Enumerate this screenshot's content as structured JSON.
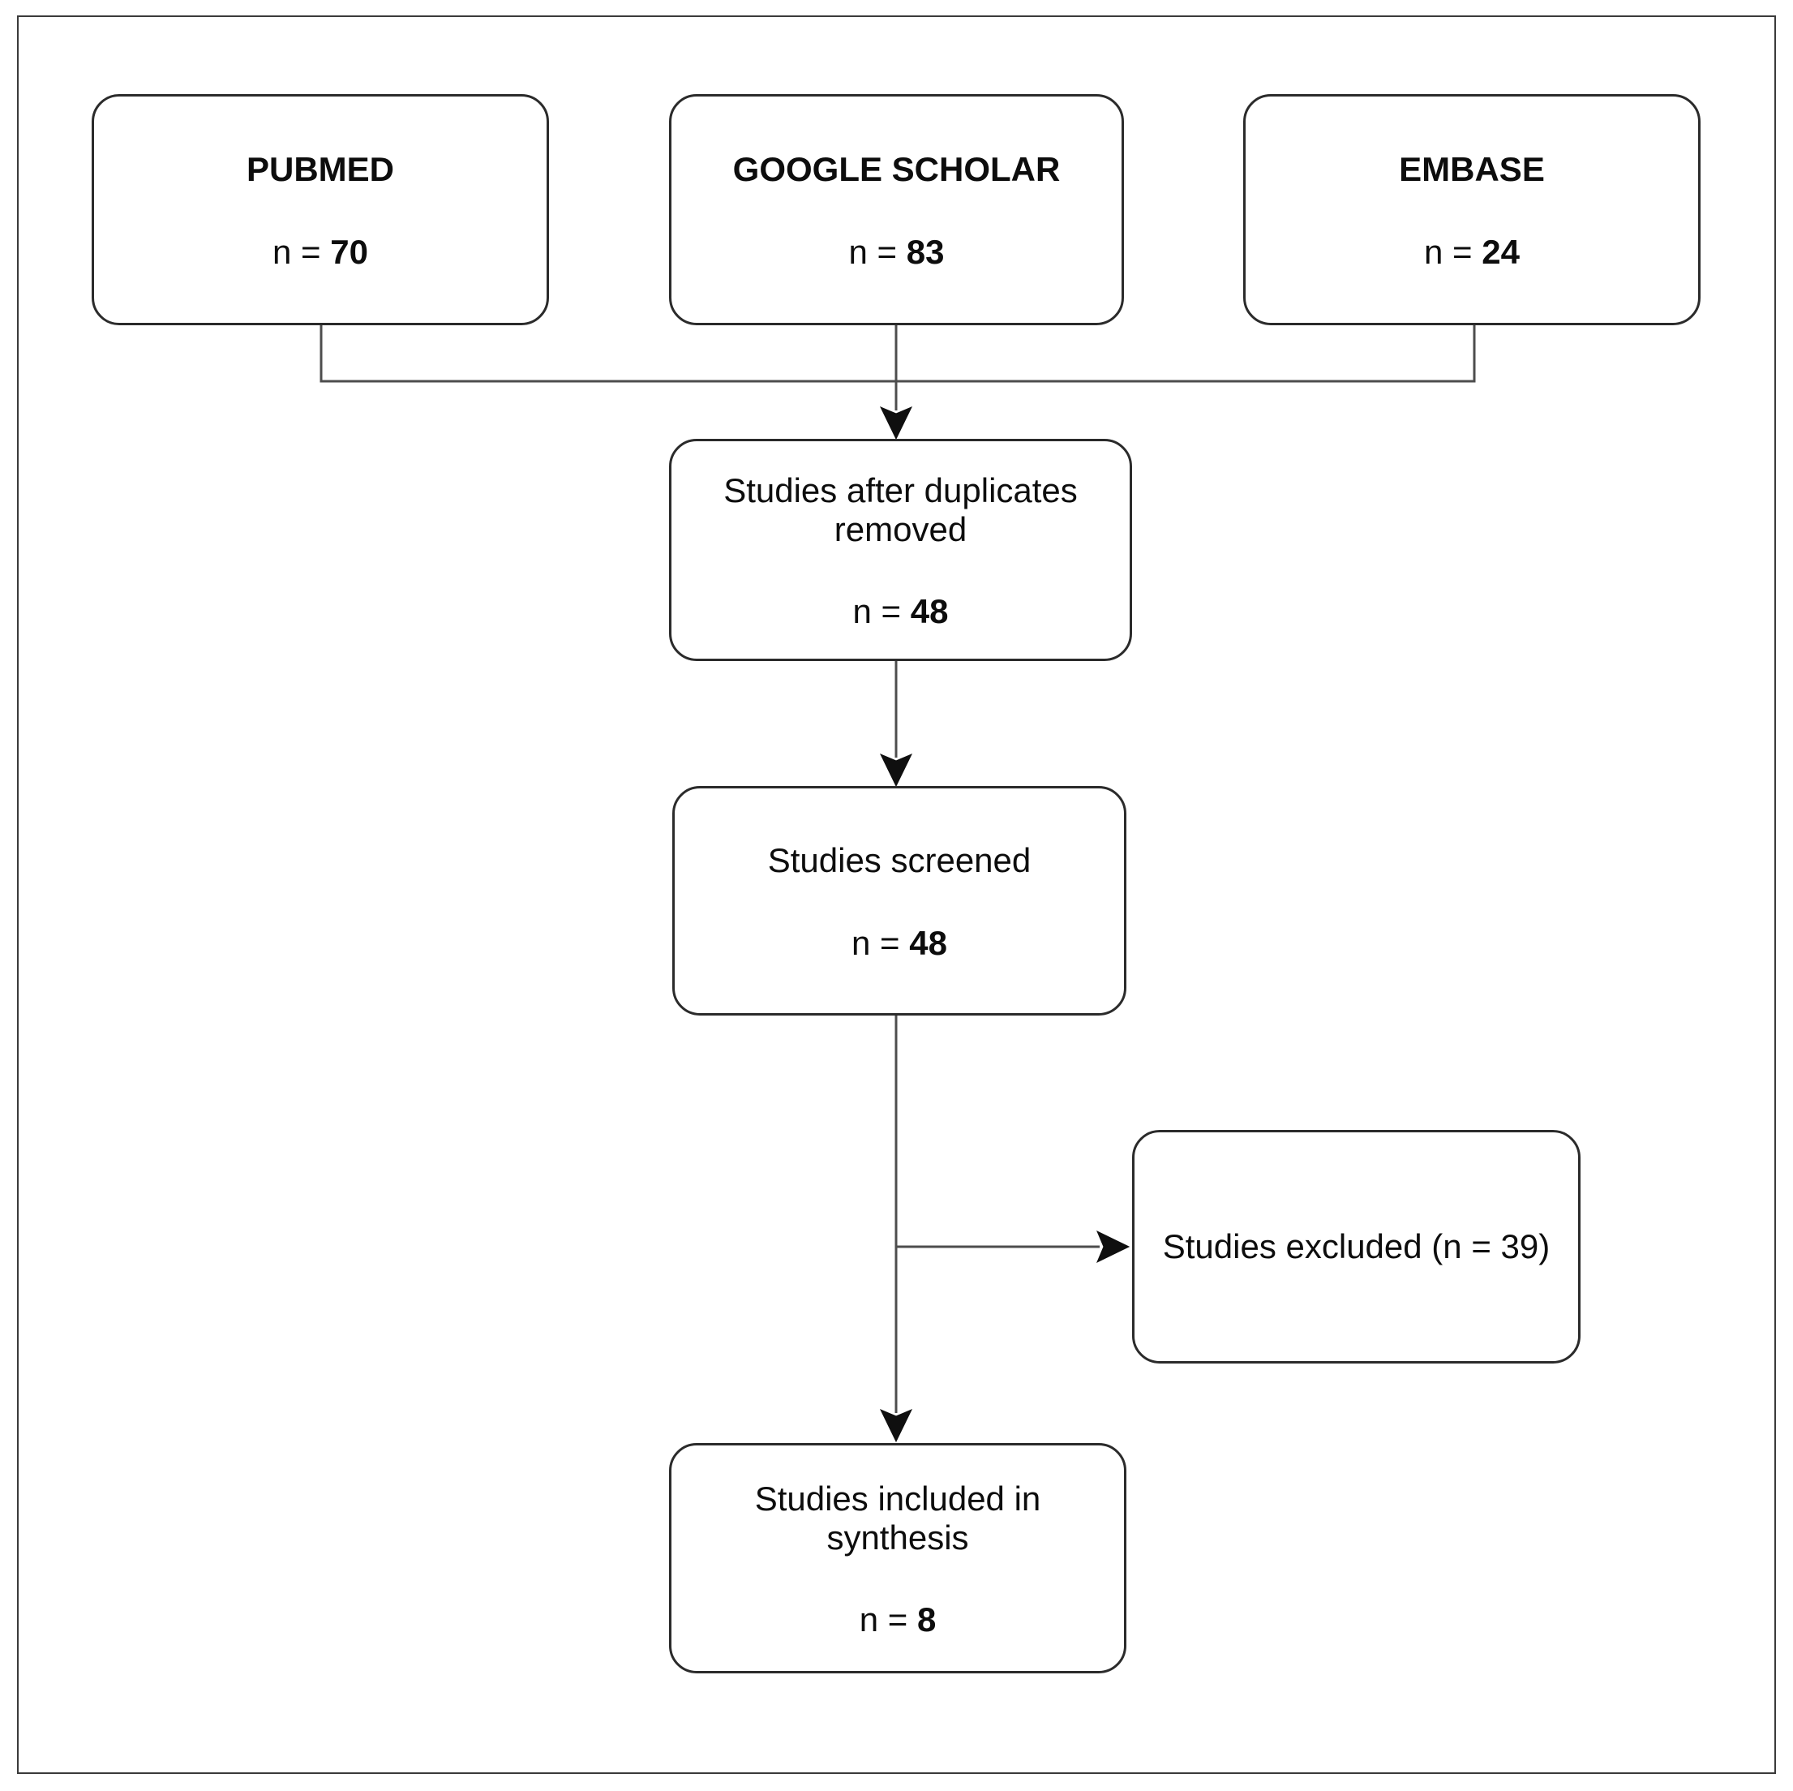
{
  "flowchart": {
    "sources": [
      {
        "title": "PUBMED",
        "count_prefix": "n = ",
        "count": "70"
      },
      {
        "title": "GOOGLE SCHOLAR",
        "count_prefix": "n = ",
        "count": "83"
      },
      {
        "title": "EMBASE",
        "count_prefix": "n = ",
        "count": "24"
      }
    ],
    "duplicates_removed": {
      "title": "Studies after duplicates removed",
      "count_prefix": "n = ",
      "count": "48"
    },
    "screened": {
      "title": "Studies screened",
      "count_prefix": "n = ",
      "count": "48"
    },
    "excluded": {
      "text_prefix": "Studies excluded (n = ",
      "count": "39",
      "text_suffix": ")"
    },
    "included": {
      "title": "Studies included in synthesis",
      "count_prefix": "n = ",
      "count": "8"
    },
    "colors": {
      "background": "#ffffff",
      "box_border": "#2b2b2b",
      "connector_line": "#4d4d4d",
      "arrowhead": "#0f0f0f",
      "text": "#0d0d0d"
    }
  }
}
